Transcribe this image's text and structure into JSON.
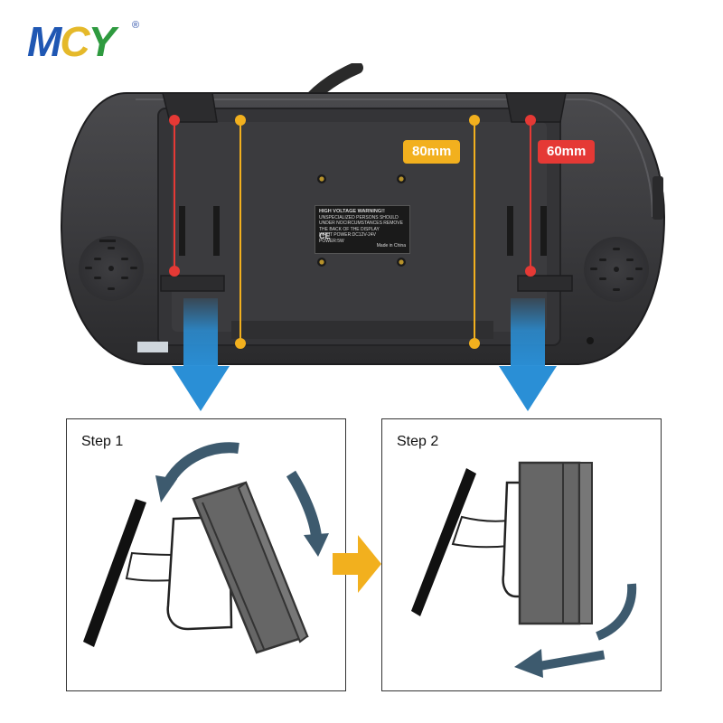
{
  "brand": {
    "logo_text": "MCY",
    "logo_mark": "®"
  },
  "product_view": {
    "dimension_80": "80mm",
    "dimension_60": "60mm",
    "label": {
      "line1": "HIGH VOLTAGE WARNING!!",
      "line2": "UNSPECIALIZED PERSONS SHOULD",
      "line3": "UNDER NOCIRCUMSTANCES REMOVE",
      "line4": "THE BACK OF THE DISPLAY",
      "line5": "INPUT POWER:DC12V-24V",
      "line6": "POWER:5W",
      "ce_mark": "CE",
      "made_in": "Made in China"
    },
    "colors": {
      "yellow_marker": "#f2b01e",
      "red_marker": "#e53935",
      "blue_arrow": "#2a8fd6",
      "body": "#3a3a3d"
    }
  },
  "steps": [
    {
      "label": "Step 1"
    },
    {
      "label": "Step 2"
    }
  ],
  "icons": {
    "down_arrows": "arrow-down-icon",
    "next_arrow": "arrow-right-icon",
    "rotate_arrow": "curved-arrow-icon"
  }
}
